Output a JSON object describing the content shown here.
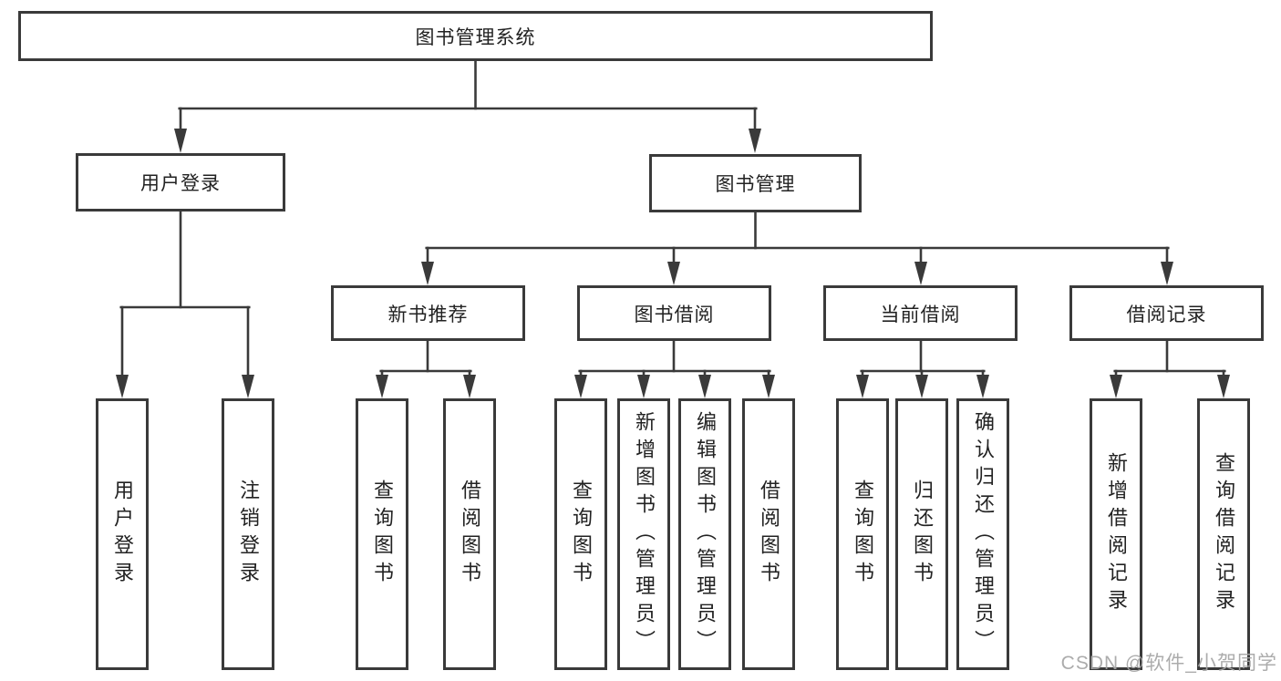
{
  "tree": {
    "root": {
      "label": "图书管理系统",
      "children": [
        {
          "label": "用户登录",
          "children": [
            {
              "label": "用户登录"
            },
            {
              "label": "注销登录"
            }
          ]
        },
        {
          "label": "图书管理",
          "children": [
            {
              "label": "新书推荐",
              "children": [
                {
                  "label": "查询图书"
                },
                {
                  "label": "借阅图书"
                }
              ]
            },
            {
              "label": "图书借阅",
              "children": [
                {
                  "label": "查询图书"
                },
                {
                  "label": "新增图书（管理员）"
                },
                {
                  "label": "编辑图书（管理员）"
                },
                {
                  "label": "借阅图书"
                }
              ]
            },
            {
              "label": "当前借阅",
              "children": [
                {
                  "label": "查询图书"
                },
                {
                  "label": "归还图书"
                },
                {
                  "label": "确认归还（管理员）"
                }
              ]
            },
            {
              "label": "借阅记录",
              "children": [
                {
                  "label": "新增借阅记录"
                },
                {
                  "label": "查询借阅记录"
                }
              ]
            }
          ]
        }
      ]
    }
  },
  "watermark": {
    "text": "CSDN @软件_小贺同学"
  },
  "colors": {
    "line": "#3a3a3a",
    "text": "#222222",
    "background": "#ffffff",
    "watermark": "#a5a5a5"
  }
}
